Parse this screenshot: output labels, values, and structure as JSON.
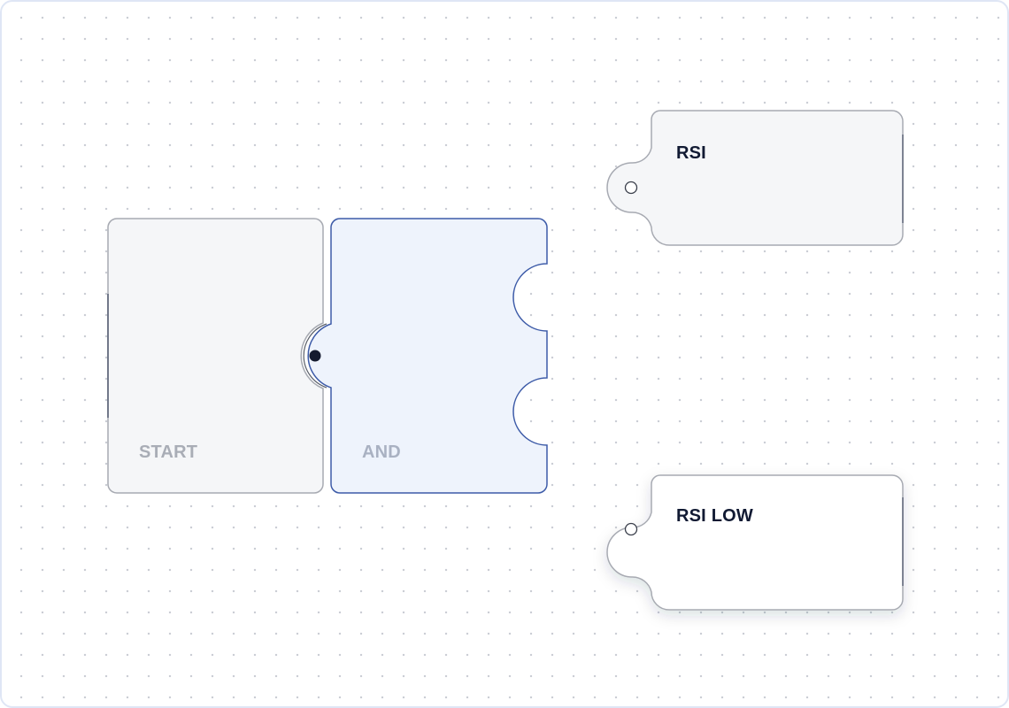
{
  "blocks": {
    "start": {
      "label": "START"
    },
    "and": {
      "label": "AND"
    },
    "rsi": {
      "label": "RSI"
    },
    "rsi_low": {
      "label": "RSI LOW"
    }
  },
  "colors": {
    "block_fill": "#f5f6f8",
    "and_fill": "#eef3fc",
    "and_border": "#3d5ba8",
    "border_gray": "#a7aab2",
    "dark_text": "#111a33",
    "canvas_border": "#dfe6f5"
  }
}
